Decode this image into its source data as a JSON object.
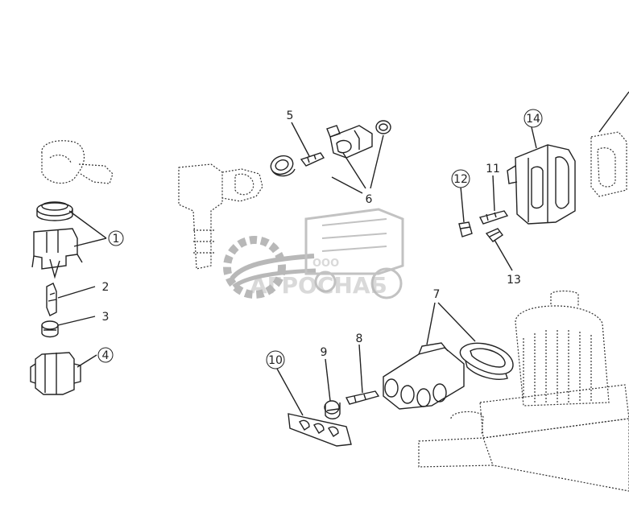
{
  "diagram": {
    "callouts": [
      {
        "id": "1",
        "label": "1"
      },
      {
        "id": "2",
        "label": "2"
      },
      {
        "id": "3",
        "label": "3"
      },
      {
        "id": "4",
        "label": "4"
      },
      {
        "id": "5",
        "label": "5"
      },
      {
        "id": "6",
        "label": "6"
      },
      {
        "id": "7",
        "label": "7"
      },
      {
        "id": "8",
        "label": "8"
      },
      {
        "id": "9",
        "label": "9"
      },
      {
        "id": "10",
        "label": "10"
      },
      {
        "id": "11",
        "label": "11"
      },
      {
        "id": "12",
        "label": "12"
      },
      {
        "id": "13",
        "label": "13"
      },
      {
        "id": "14",
        "label": "14"
      }
    ]
  },
  "watermark": {
    "prefix": "ООО",
    "name": "АГРОСНАБ",
    "color": "#8a8a8a"
  }
}
